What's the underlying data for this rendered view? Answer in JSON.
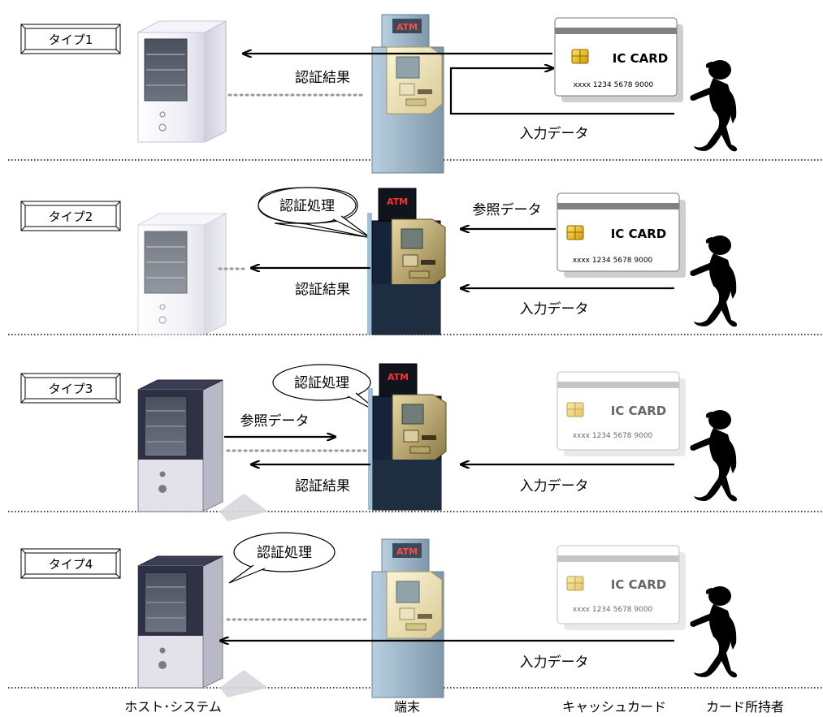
{
  "rows": [
    {
      "type_label": "タイプ1",
      "labels": [
        "認証結果",
        "入力データ"
      ],
      "bubble": "",
      "card": {
        "brand": "IC CARD",
        "number": "xxxx 1234 5678 9000",
        "dim": false
      }
    },
    {
      "type_label": "タイプ2",
      "labels": [
        "認証結果",
        "入力データ",
        "参照データ"
      ],
      "bubble": "認証処理",
      "card": {
        "brand": "IC CARD",
        "number": "xxxx 1234 5678 9000",
        "dim": false
      }
    },
    {
      "type_label": "タイプ3",
      "labels": [
        "参照データ",
        "認証結果",
        "入力データ"
      ],
      "bubble": "認証処理",
      "card": {
        "brand": "IC CARD",
        "number": "xxxx 1234 5678 9000",
        "dim": true
      }
    },
    {
      "type_label": "タイプ4",
      "labels": [
        "入力データ"
      ],
      "bubble": "認証処理",
      "card": {
        "brand": "IC CARD",
        "number": "xxxx 1234 5678 9000",
        "dim": true
      }
    }
  ],
  "atm_text": "ATM",
  "footer": {
    "host": "ホスト･システム",
    "terminal": "端末",
    "cashcard": "キャッシュカード",
    "holder": "カード所持者"
  }
}
